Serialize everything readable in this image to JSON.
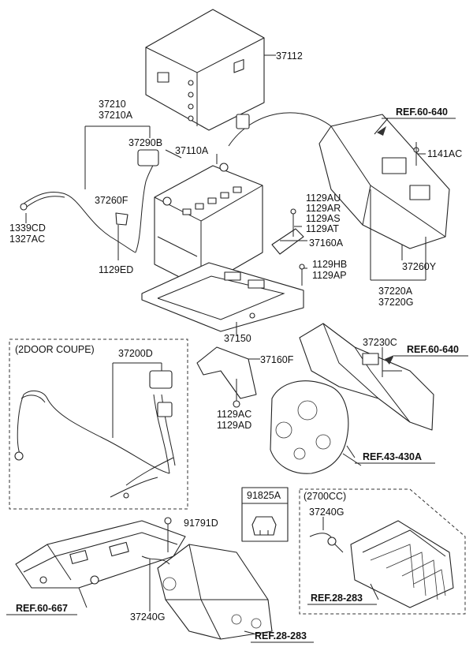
{
  "labels": {
    "p37112": "37112",
    "p37210": "37210",
    "p37210A": "37210A",
    "p37290B": "37290B",
    "p37110A": "37110A",
    "p37260F": "37260F",
    "p1339CD": "1339CD",
    "p1327AC": "1327AC",
    "p1129ED": "1129ED",
    "p1129AU": "1129AU",
    "p1129AR": "1129AR",
    "p1129AS": "1129AS",
    "p1129AT": "1129AT",
    "p37160A": "37160A",
    "p1129HB": "1129HB",
    "p1129AP": "1129AP",
    "p37150": "37150",
    "p1141AC": "1141AC",
    "p37260Y": "37260Y",
    "p37220A": "37220A",
    "p37220G": "37220G",
    "p37200D": "37200D",
    "p37230C": "37230C",
    "p37160F": "37160F",
    "p1129AC": "1129AC",
    "p1129AD": "1129AD",
    "p91825A": "91825A",
    "p37240G_top": "37240G",
    "p91791D": "91791D",
    "p37240G_bottom": "37240G"
  },
  "refs": {
    "ref60_640_top": "REF.60-640",
    "ref60_640_mid": "REF.60-640",
    "ref43_430A": "REF.43-430A",
    "ref60_667": "REF.60-667",
    "ref28_283_right": "REF.28-283",
    "ref28_283_bottom": "REF.28-283"
  },
  "insets": {
    "coupe_title": "(2DOOR COUPE)",
    "cc_title": "(2700CC)"
  }
}
